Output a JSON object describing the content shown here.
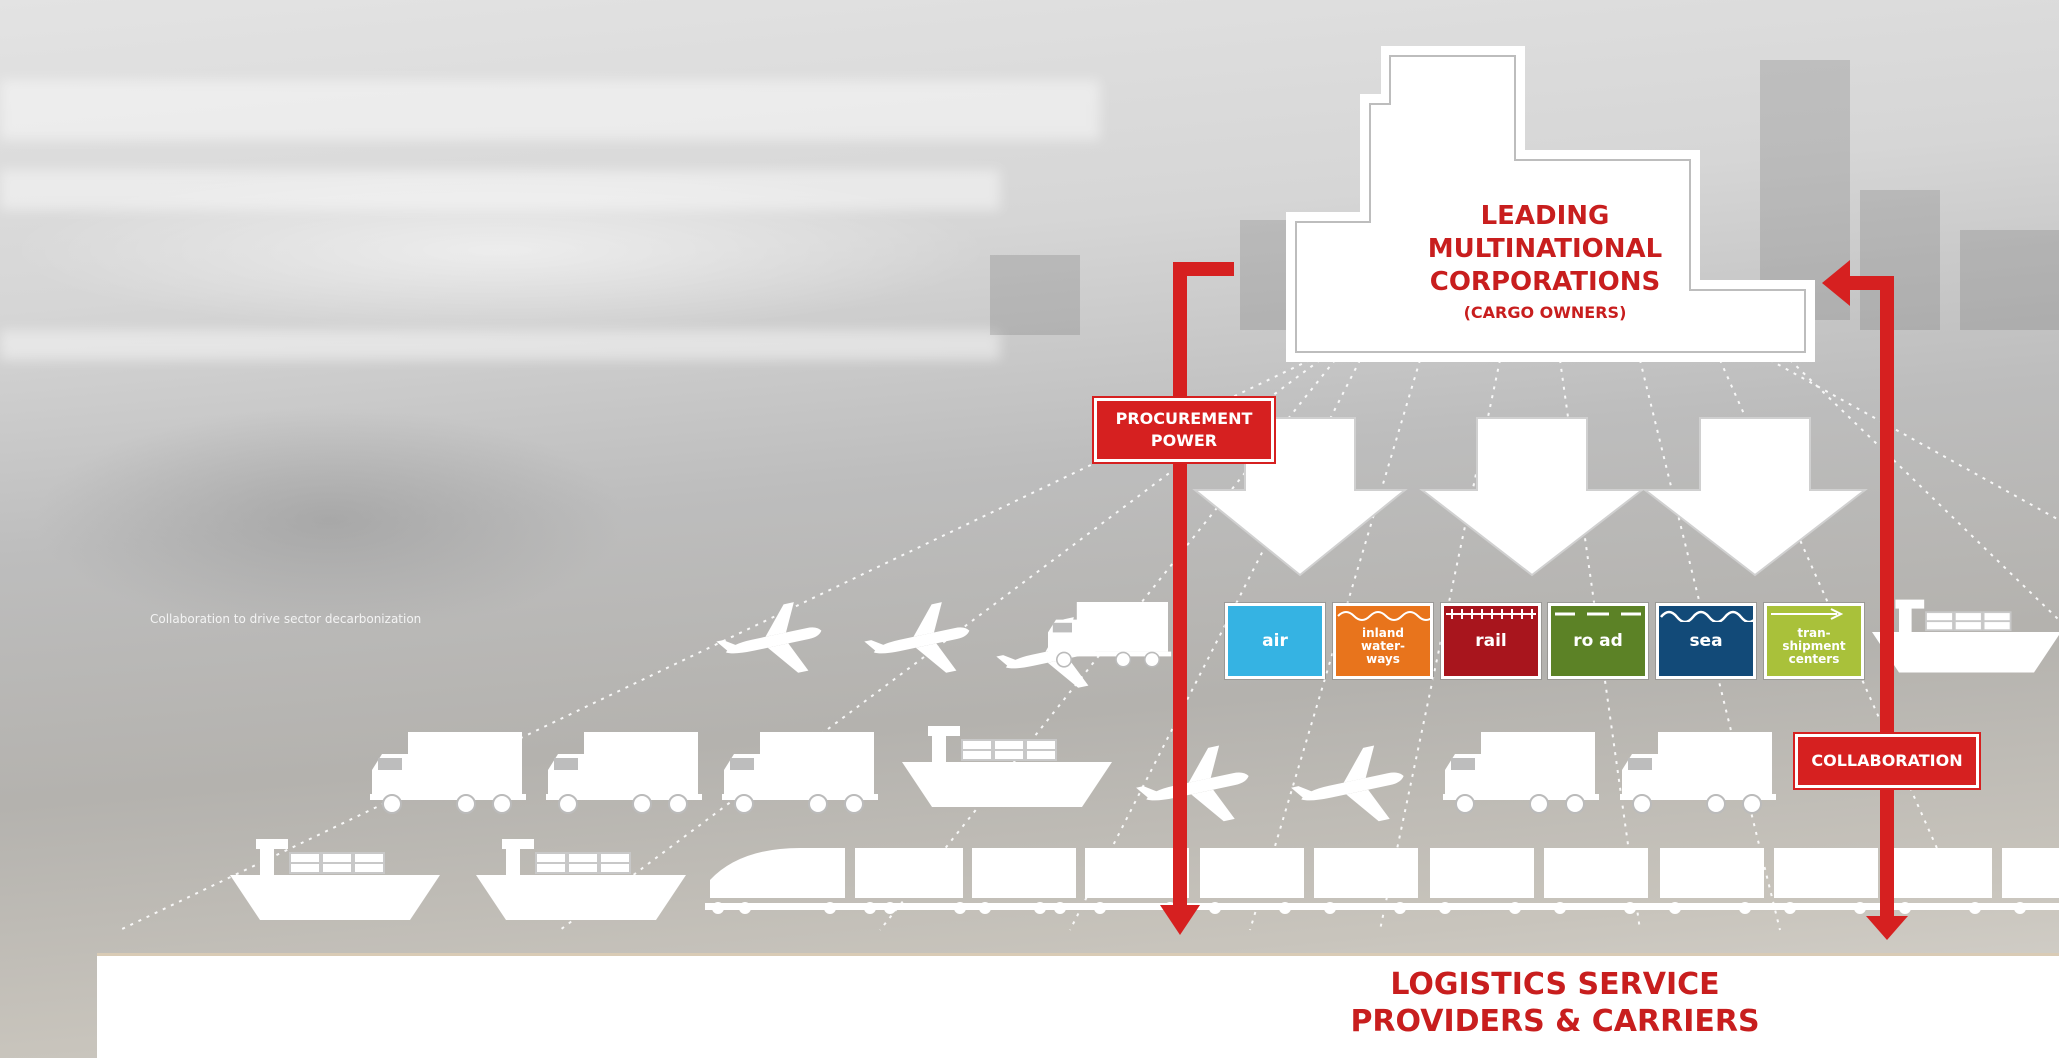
{
  "top_entity": {
    "line1": "LEADING",
    "line2": "MULTINATIONAL",
    "line3": "CORPORATIONS",
    "sub": "(CARGO OWNERS)"
  },
  "bottom_entity": {
    "line1": "LOGISTICS SERVICE",
    "line2": "PROVIDERS & CARRIERS"
  },
  "procurement": {
    "line1": "PROCUREMENT",
    "line2": "POWER"
  },
  "collaboration": "COLLABORATION",
  "note": "Collaboration to drive sector decarbonization",
  "modes": [
    {
      "label": "air",
      "color": "#35b3e3",
      "icon": "air-icon"
    },
    {
      "line1": "inland",
      "line2": "water-",
      "line3": "ways",
      "color": "#e8741c",
      "icon": "wave-icon"
    },
    {
      "label": "rail",
      "color": "#a8151d",
      "icon": "rail-icon"
    },
    {
      "label": "ro ad",
      "color": "#5c8226",
      "icon": "road-icon"
    },
    {
      "label": "sea",
      "color": "#124a78",
      "icon": "wave-icon"
    },
    {
      "line1": "tran-",
      "line2": "shipment",
      "line3": "centers",
      "color": "#a9c13a",
      "icon": "arrow-icon"
    }
  ],
  "colors": {
    "accent_red": "#d62020",
    "text_red": "#c81e1e"
  }
}
